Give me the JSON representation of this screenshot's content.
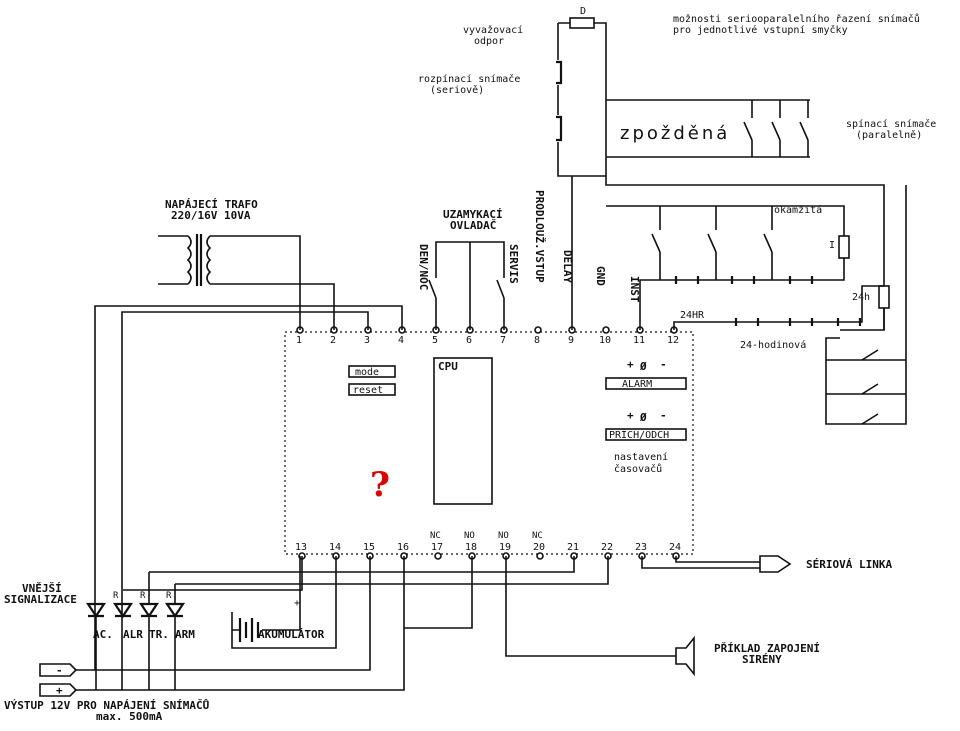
{
  "diagram": {
    "top_right": {
      "balance_label_1": "vyvažovací",
      "balance_label_2": "odpor",
      "resistor_d": "D",
      "note_line_1": "možnosti seriooparalelního řazení snímačů",
      "note_line_2": "pro jednotlivé vstupní smyčky",
      "nc_label_1": "rozpínací snímače",
      "nc_label_2": "(seriově)",
      "delayed": "zpožděná",
      "no_label_1": "spínací snímače",
      "no_label_2": "(paralelně)",
      "instant": "okamžitá",
      "resistor_i": "I",
      "label_24h": "24h",
      "label_24hr": "24HR",
      "label_24_hour": "24-hodinová"
    },
    "left": {
      "trafo_label_1": "NAPÁJECÍ  TRAFO",
      "trafo_label_2": "220/16V  10VA",
      "locking_label_1": "UZAMYKACÍ",
      "locking_label_2": "OVLADAČ",
      "term5_label": "DEN/NOC",
      "term7_label": "SERVIS",
      "term8_label": "PRODLOUŽ.VSTUP",
      "term9_label": "DELAY",
      "term10_label": "GND",
      "term11_label": "INST"
    },
    "board": {
      "mode_button": "mode",
      "reset_button": "reset",
      "cpu_label": "CPU",
      "alarm_label": "ALARM",
      "prich_label": "PRÍCH/ODCH",
      "plus": "+",
      "minus": "-",
      "pot_symbol": "Ø",
      "timers_1": "nastavení",
      "timers_2": "časovačů",
      "unknown": "?",
      "top_terminals": [
        "1",
        "2",
        "3",
        "4",
        "5",
        "6",
        "7",
        "8",
        "9",
        "10",
        "11",
        "12"
      ],
      "bottom_terminals": [
        "13",
        "14",
        "15",
        "16",
        "17",
        "18",
        "19",
        "20",
        "21",
        "22",
        "23",
        "24"
      ],
      "contact_labels": {
        "t17": "NC",
        "t18": "NO",
        "t19": "NO",
        "t20": "NC"
      }
    },
    "bottom": {
      "signal_label_1": "VNĚJŠÍ",
      "signal_label_2": "SIGNALIZACE",
      "led_r": "R",
      "led_ac": "AC.",
      "led_alr": "ALR",
      "led_tr": "TR.",
      "led_arm": "ARM",
      "battery": "AKUMULÁTOR",
      "battery_plus": "+",
      "serial": "SÉRIOVÁ LINKA",
      "siren_1": "PŘÍKLAD ZAPOJENÍ",
      "siren_2": "SIRÉNY",
      "out_minus": "-",
      "out_plus": "+",
      "output_1": "VÝSTUP 12V PRO  NAPÁJENÍ SNÍMAČŮ",
      "output_2": "max. 500mA"
    }
  }
}
